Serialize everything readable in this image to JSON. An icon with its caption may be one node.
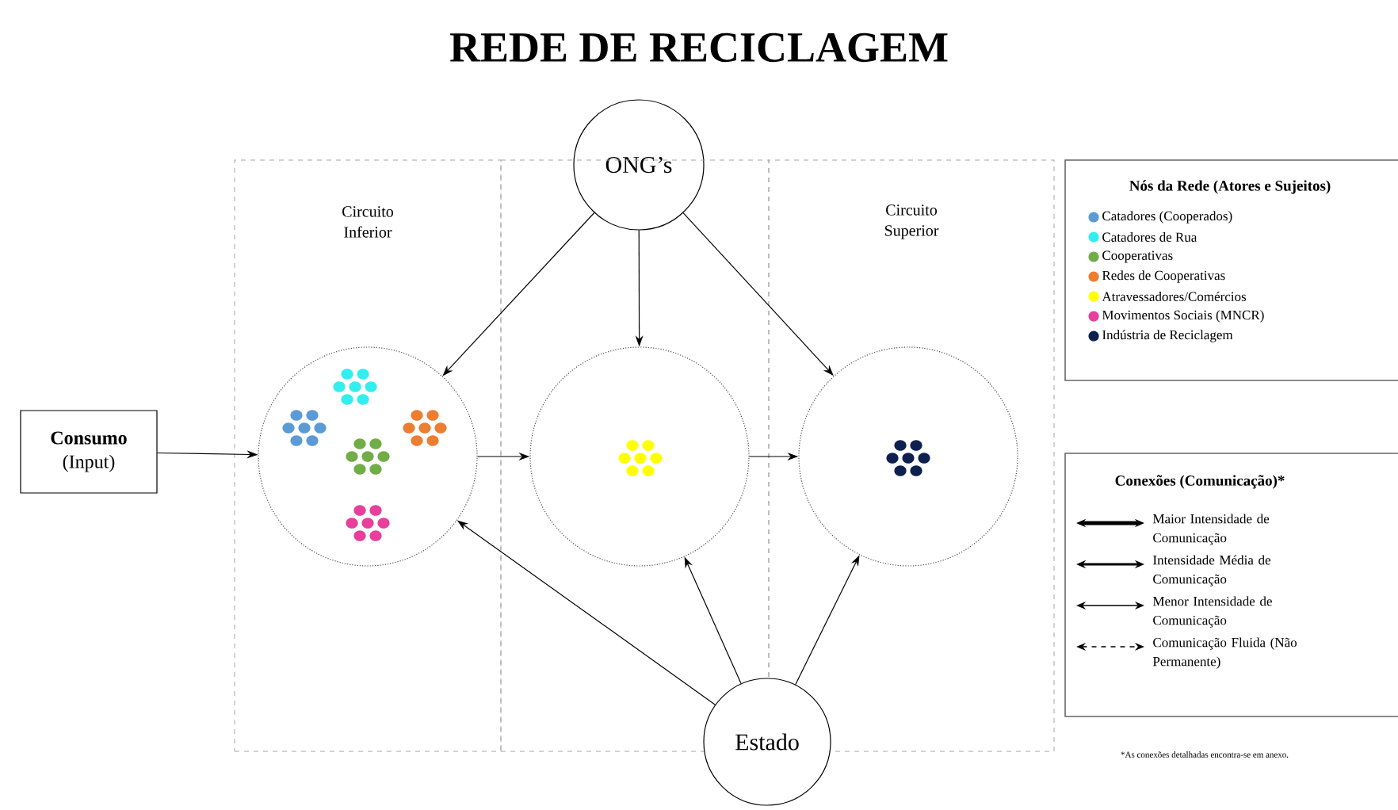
{
  "diagram": {
    "title": "REDE DE RECICLAGEM",
    "nodes": [
      {
        "text": [
          "ONG’s"
        ]
      },
      {
        "text": [
          "Circuito Inferior"
        ]
      },
      {
        "text": [],
        "shape": "box"
      },
      {
        "text": [
          "Circuito Superior"
        ]
      },
      {
        "text": [
          "Consumo",
          "(Input)"
        ]
      },
      {
        "text": [],
        "shape": "circle",
        "in": 1
      },
      {
        "text": [],
        "shape": "circle",
        "in": 2
      },
      {
        "text": [],
        "shape": "circle",
        "in": 3
      },
      {
        "text": [
          "Estado"
        ]
      }
    ],
    "edges": [
      {
        "from": 0,
        "to": 5,
        "arrow": "to"
      },
      {
        "from": 0,
        "to": 6,
        "arrow": "to"
      },
      {
        "from": 0,
        "to": 7,
        "arrow": "to"
      },
      {
        "from": 4,
        "to": 5,
        "arrow": "to"
      },
      {
        "from": 5,
        "to": 6,
        "arrow": "to"
      },
      {
        "from": 6,
        "to": 7,
        "arrow": "to"
      },
      {
        "from": 8,
        "to": 5,
        "arrow": "to"
      },
      {
        "from": 8,
        "to": 6,
        "arrow": "to"
      },
      {
        "from": 8,
        "to": 7,
        "arrow": "to"
      }
    ],
    "labels": [
      "Nós da Rede (Atores e Sujeitos)",
      "Conexões (Comunicação)*",
      "*As conexões detalhadas encontra-se em anexo."
    ],
    "legend": [
      {
        "text": "Catadores (Cooperados)",
        "color": "#5b9bd5"
      },
      {
        "text": "Catadores de Rua",
        "color": "#33eeee"
      },
      {
        "text": "Cooperativas",
        "color": "#70ad47"
      },
      {
        "text": "Redes de Cooperativas",
        "color": "#ed7d31"
      },
      {
        "text": "Atravessadores/Comércios",
        "color": "#ffff00"
      },
      {
        "text": "Movimentos Sociais (MNCR)",
        "color": "#e83e9c"
      },
      {
        "text": "Indústria de Reciclagem",
        "color": "#0d2050"
      },
      {
        "text": "Maior Intensidade de Comunicação"
      },
      {
        "text": "Intensidade Média de Comunicação"
      },
      {
        "text": "Menor Intensidade de Comunicação"
      },
      {
        "text": "Comunicação Fluida (Não Permanente)"
      }
    ]
  }
}
